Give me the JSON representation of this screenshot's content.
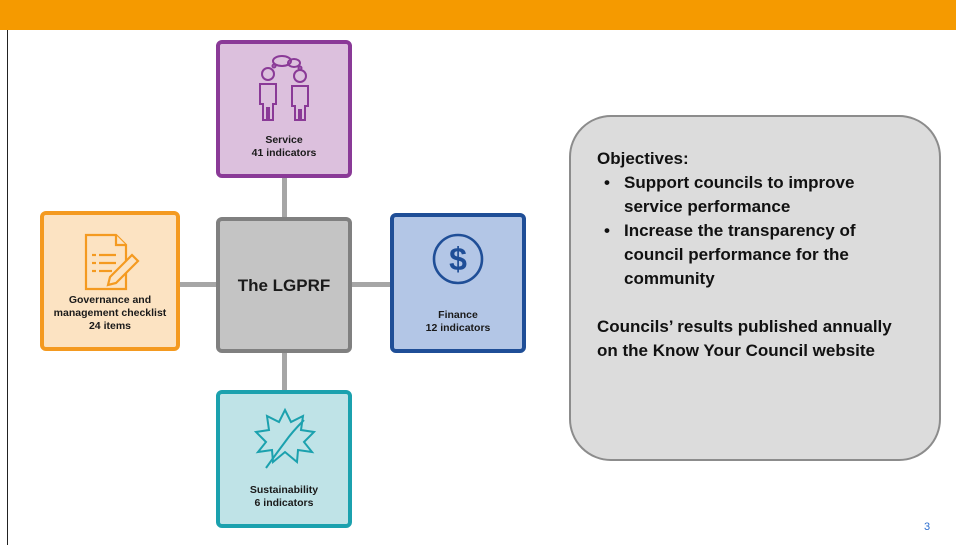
{
  "slide": {
    "page_number": "3"
  },
  "diagram": {
    "center": {
      "label": "The LGPRF"
    },
    "service": {
      "title": "Service",
      "count": "41 indicators",
      "icon": "people-talking-icon"
    },
    "governance": {
      "line1": "Governance and",
      "line2": "management checklist",
      "count": "24 items",
      "icon": "document-pen-icon"
    },
    "finance": {
      "title": "Finance",
      "count": "12 indicators",
      "icon": "dollar-icon"
    },
    "sustainability": {
      "title": "Sustainability",
      "count": "6 indicators",
      "icon": "leaf-icon"
    }
  },
  "objectives": {
    "title": "Objectives:",
    "bullets": [
      "Support councils to improve service performance",
      "Increase the transparency of council performance for the community"
    ],
    "published": "Councils’ results published annually on the Know Your Council website"
  },
  "colors": {
    "top_bar": "#f59a00",
    "service": "#8a3a97",
    "governance": "#f49a20",
    "finance": "#1f4e97",
    "sustainability": "#1ba1ae",
    "center": "#808080"
  }
}
